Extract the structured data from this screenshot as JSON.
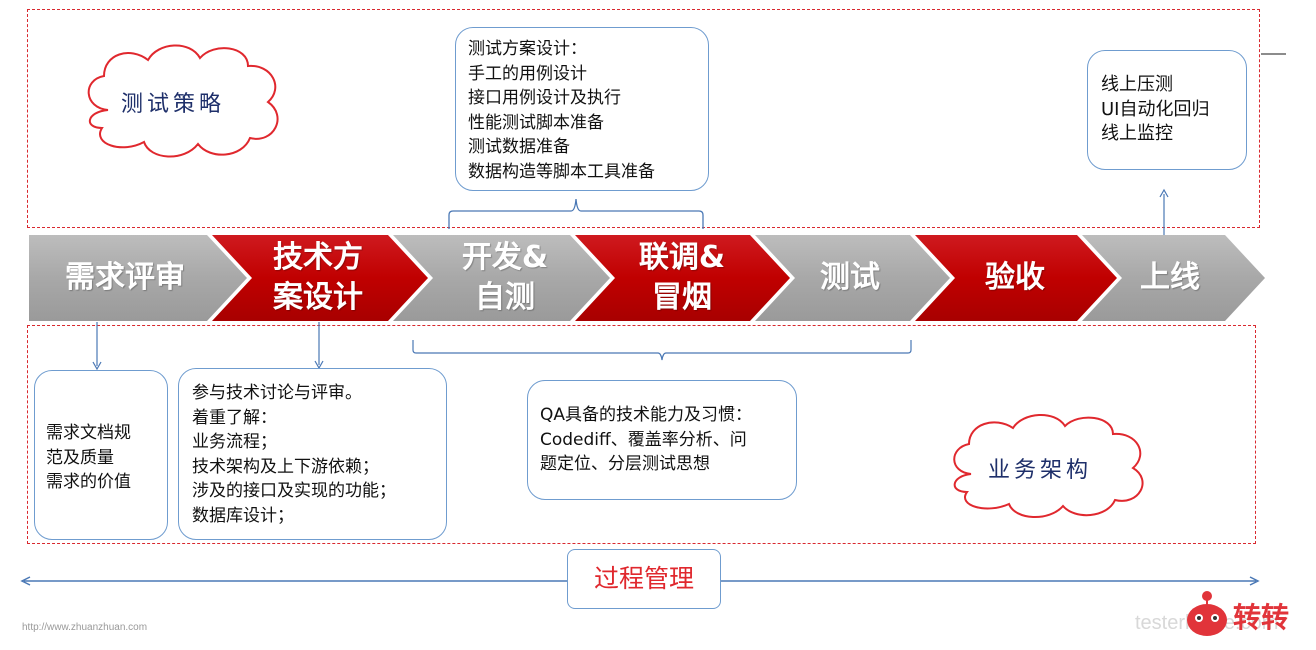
{
  "top_region": {
    "cloud_label": "测试策略",
    "design_box": [
      "测试方案设计：",
      "手工的用例设计",
      "接口用例设计及执行",
      "性能测试脚本准备",
      "测试数据准备",
      "数据构造等脚本工具准备"
    ],
    "online_box": [
      "线上压测",
      "UI自动化回归",
      "线上监控"
    ]
  },
  "stages": [
    {
      "lines": [
        "需求评审"
      ],
      "color": "#a6a6a6"
    },
    {
      "lines": [
        "技术方",
        "案设计"
      ],
      "color": "#c00000"
    },
    {
      "lines": [
        "开发&",
        "自测"
      ],
      "color": "#a6a6a6"
    },
    {
      "lines": [
        "联调&",
        "冒烟"
      ],
      "color": "#c00000"
    },
    {
      "lines": [
        "测试"
      ],
      "color": "#a6a6a6"
    },
    {
      "lines": [
        "验收"
      ],
      "color": "#c00000"
    },
    {
      "lines": [
        "上线"
      ],
      "color": "#a6a6a6"
    }
  ],
  "bottom_region": {
    "cloud_label": "业务架构",
    "requirements_box": [
      "需求文档规",
      "范及质量",
      "需求的价值"
    ],
    "tech_review_box": [
      "参与技术讨论与评审。",
      "着重了解：",
      "业务流程；",
      "技术架构及上下游依赖；",
      "涉及的接口及实现的功能；",
      "数据库设计；"
    ],
    "qa_box": [
      "QA具备的技术能力及习惯：",
      "Codediff、覆盖率分析、问",
      "题定位、分层测试思想"
    ]
  },
  "process_management": "过程管理",
  "footer": {
    "url": "http://www.zhuanzhuan.com",
    "watermark": "testerhome.com",
    "brand": "转转"
  },
  "colors": {
    "dashed_border": "#d9292f",
    "box_border": "#6f9ccf",
    "grey_stage": "#a6a6a6",
    "red_stage": "#c00000",
    "arrow_blue": "#4a78b5",
    "process_text": "#e0282e"
  }
}
